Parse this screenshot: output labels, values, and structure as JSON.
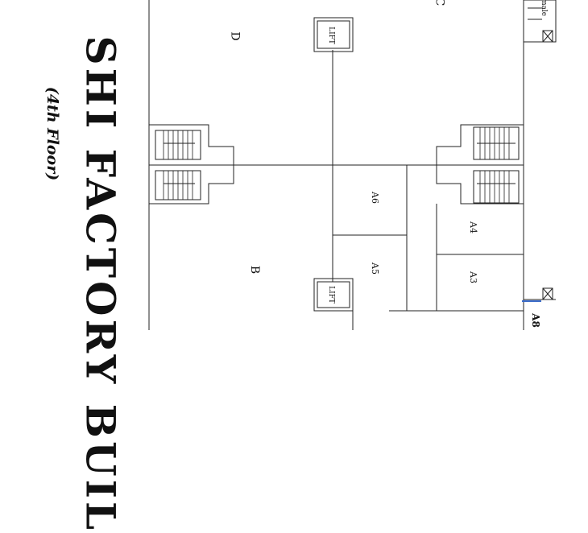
{
  "title": "SHI FACTORY BUIL",
  "subtitle": "(4th Floor)",
  "rooms": {
    "c": "C",
    "d": "D",
    "b": "B",
    "a6": "A6",
    "a5": "A5",
    "a4": "A4",
    "a3": "A3"
  },
  "lifts": [
    "LIFT",
    "LIFT"
  ],
  "toilet_label": "male",
  "edge_tag": "A8"
}
